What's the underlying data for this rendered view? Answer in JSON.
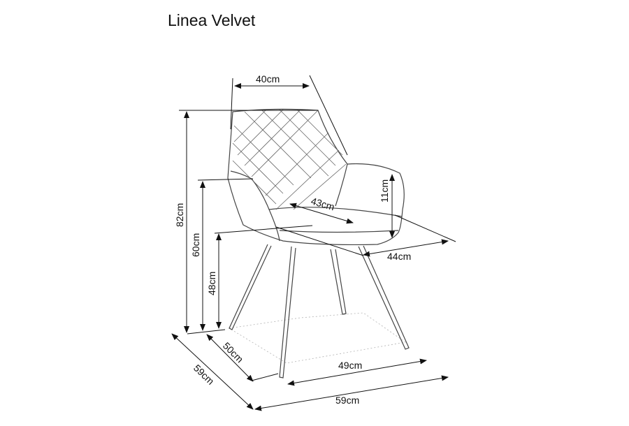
{
  "title": "Linea Velvet",
  "dimensions": {
    "back_width": "40cm",
    "total_height": "82cm",
    "armrest_height": "60cm",
    "seat_height": "48cm",
    "armrest_above_seat": "11cm",
    "seat_depth": "43cm",
    "seat_width": "44cm",
    "leg_depth": "50cm",
    "leg_width": "49cm",
    "total_depth": "59cm",
    "total_width": "59cm"
  }
}
